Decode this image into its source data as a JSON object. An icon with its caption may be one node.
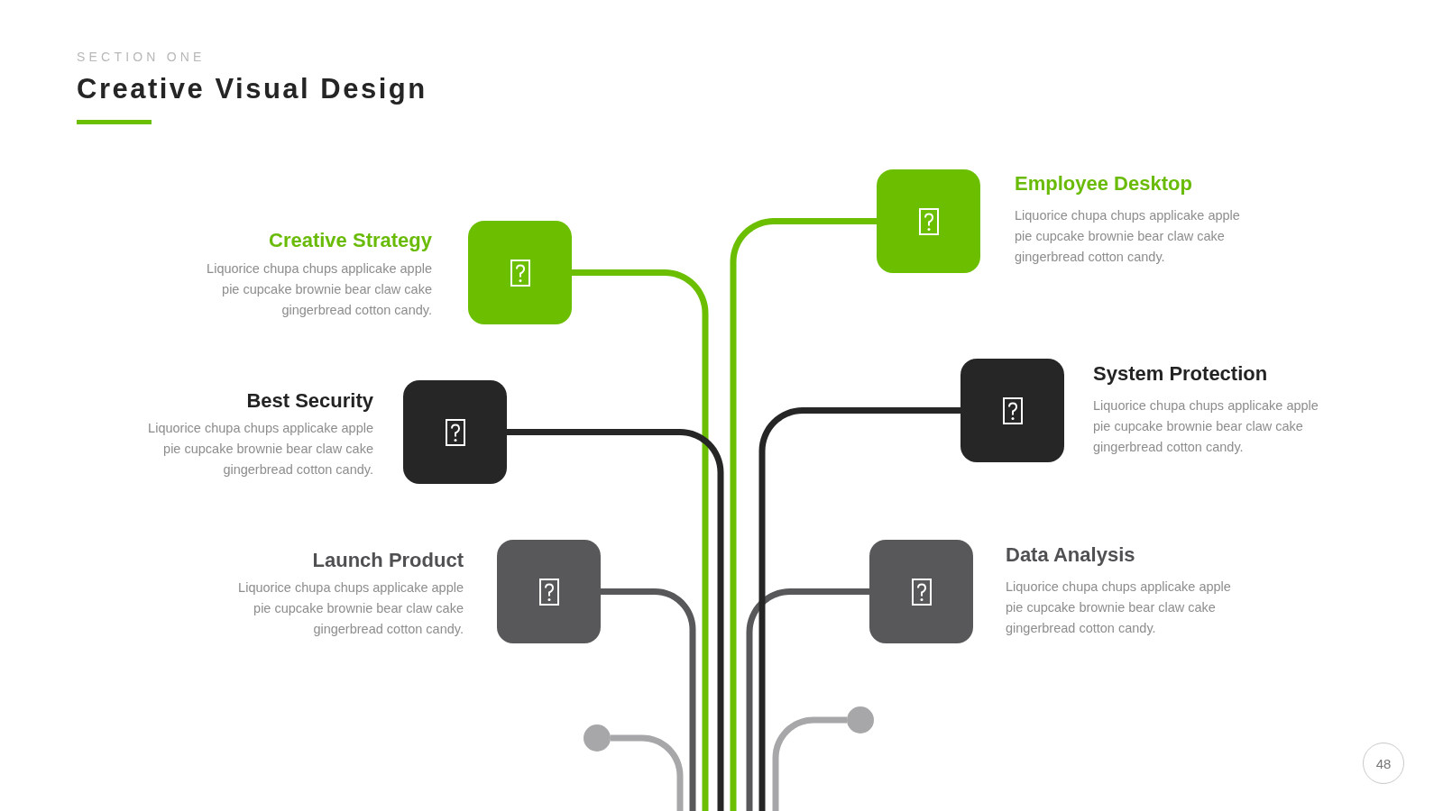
{
  "diagram": {
    "title": "Creative Visual Design",
    "nodes": [
      {
        "text": [
          "Creative Strategy",
          "Liquorice chupa chups applicake apple pie cupcake brownie bear claw  cake gingerbread cotton candy."
        ]
      },
      {
        "text": [
          "Employee Desktop",
          "Liquorice chupa chups applicake apple pie cupcake brownie bear claw  cake gingerbread cotton candy."
        ]
      },
      {
        "text": [
          "Best Security",
          "Liquorice chupa chups applicake apple pie cupcake brownie bear claw  cake gingerbread cotton candy."
        ]
      },
      {
        "text": [
          "System Protection",
          "Liquorice chupa chups applicake apple pie cupcake brownie bear claw  cake gingerbread cotton candy."
        ]
      },
      {
        "text": [
          "Launch Product",
          "Liquorice chupa chups applicake apple pie cupcake brownie bear claw  cake gingerbread cotton candy."
        ]
      },
      {
        "text": [
          "Data Analysis",
          "Liquorice chupa chups applicake apple pie cupcake brownie bear claw  cake gingerbread cotton candy."
        ]
      },
      {
        "text": [],
        "shape": "circle"
      },
      {
        "text": [],
        "shape": "circle"
      },
      {
        "text": [
          "48"
        ]
      }
    ],
    "edges": [
      {
        "from": 0,
        "to": null,
        "arrow": "none",
        "color": "#6bbf00"
      },
      {
        "from": 1,
        "to": null,
        "arrow": "none",
        "color": "#6bbf00"
      },
      {
        "from": 2,
        "to": null,
        "arrow": "none",
        "color": "#262626"
      },
      {
        "from": 3,
        "to": null,
        "arrow": "none",
        "color": "#262626"
      },
      {
        "from": 4,
        "to": null,
        "arrow": "none",
        "color": "#58585a"
      },
      {
        "from": 5,
        "to": null,
        "arrow": "none",
        "color": "#58585a"
      },
      {
        "from": 6,
        "to": null,
        "arrow": "none",
        "color": "#a7a7a9"
      },
      {
        "from": 7,
        "to": null,
        "arrow": "none",
        "color": "#a7a7a9"
      }
    ],
    "labels": [
      "SECTION ONE"
    ]
  }
}
